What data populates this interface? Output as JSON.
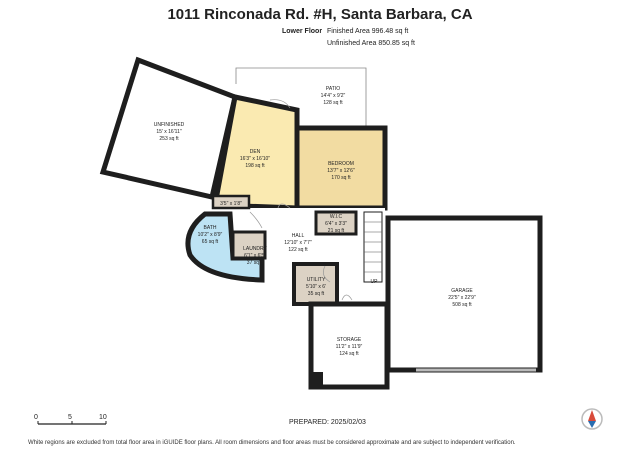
{
  "title": "1011 Rinconada Rd. #H, Santa Barbara, CA",
  "header": {
    "floor_label": "Lower Floor",
    "finished_area": "Finished Area 996.48 sq ft",
    "unfinished_area": "Unfinished Area 850.85 sq ft"
  },
  "rooms": {
    "unfinished": {
      "name": "UNFINISHED",
      "dims": "15' x 16'11\"",
      "area": "253 sq ft"
    },
    "patio": {
      "name": "PATIO",
      "dims": "14'4\" x 9'2\"",
      "area": "128 sq ft"
    },
    "den": {
      "name": "DEN",
      "dims": "16'3\" x 16'10\"",
      "area": "198 sq ft"
    },
    "bedroom": {
      "name": "BEDROOM",
      "dims": "13'7\" x 12'6\"",
      "area": "170 sq ft"
    },
    "closet_small": {
      "dims": "3'5\" x 1'8\""
    },
    "bath": {
      "name": "BATH",
      "dims": "10'2\" x 8'9\"",
      "area": "65 sq ft"
    },
    "wic": {
      "name": "W.I.C",
      "dims": "6'4\" x 3'3\"",
      "area": "21 sq ft"
    },
    "hall": {
      "name": "HALL",
      "dims": "12'10\" x 7'7\"",
      "area": "122 sq ft"
    },
    "laundry": {
      "name": "LAUNDRY",
      "dims": "6'1\" x 6'5\"",
      "area": "37 sq ft"
    },
    "utility": {
      "name": "UTILITY",
      "dims": "5'10\" x 6'",
      "area": "35 sq ft"
    },
    "garage": {
      "name": "GARAGE",
      "dims": "22'5\" x 22'9\"",
      "area": "508 sq ft"
    },
    "storage": {
      "name": "STORAGE",
      "dims": "11'2\" x 11'9\"",
      "area": "124 sq ft"
    },
    "up_label": "UP"
  },
  "scale": {
    "ticks": [
      "0",
      "5",
      "10"
    ]
  },
  "prepared": "PREPARED: 2025/02/03",
  "footer": "White regions are excluded from total floor area in iGUIDE floor plans. All room dimensions and floor areas must be considered approximate and are subject to independent verification.",
  "colors": {
    "den": "#faeab1",
    "bedroom": "#f2dca2",
    "bath": "#bde3f4",
    "small_rooms": "#dcd2c4",
    "walls": "#1e1e1e"
  }
}
